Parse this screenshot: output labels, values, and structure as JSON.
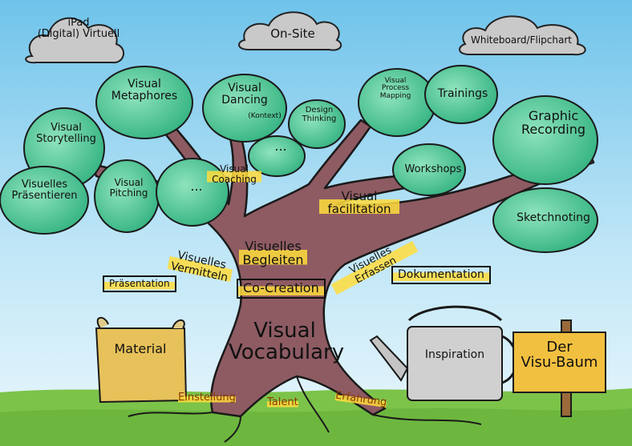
{
  "clouds": {
    "virtual": "iPad\n(Digital) Virtuell",
    "onsite": "On-Site",
    "whiteboard": "Whiteboard/Flipchart"
  },
  "leaves": {
    "visual_metaphores": "Visual\nMetaphores",
    "visual_dancing": "Visual\nDancing",
    "visual_dancing_sub": "(Kontext)",
    "design_thinking": "Design\nThinking",
    "visual_process_mapping": "Visual\nProcess\nMapping",
    "trainings": "Trainings",
    "graphic_recording": "Graphic\nRecording",
    "visual_storytelling": "Visual\nStorytelling",
    "visuelles_praesentieren": "Visuelles\nPräsentieren",
    "visual_pitching": "Visual\nPitching",
    "dots_left": "...",
    "dots_center": "...",
    "workshops": "Workshops",
    "sketchnoting": "Sketchnoting"
  },
  "branches": {
    "visual_coaching": "Visual\nCoaching",
    "visual_facilitation": "Visual\nfacilitation",
    "visuelles_begleiten": "Visuelles\nBegleiten",
    "visuelles_vermitteln": "Visuelles\nVermitteln",
    "visuelles_erfassen": "Visuelles Erfassen"
  },
  "boxes": {
    "praesentation": "Präsentation",
    "co_creation": "Co-Creation",
    "dokumentation": "Dokumentation"
  },
  "trunk": {
    "title": "Visual\nVocabulary"
  },
  "roots": {
    "einstellung": "Einstellung",
    "talent": "Talent",
    "erfahrung": "Erfahrung"
  },
  "objects": {
    "material": "Material",
    "inspiration": "Inspiration",
    "sign": "Der\nVisu-Baum"
  },
  "colors": {
    "sky_top": "#6fc3ea",
    "sky_bottom": "#dff2fb",
    "leaf": "#3fbf8f",
    "trunk": "#8e5b63",
    "grass": "#7cc34a",
    "highlight": "#ffd93a",
    "material": "#e7c15a",
    "sign": "#f2c040",
    "can": "#cfcfcf"
  }
}
